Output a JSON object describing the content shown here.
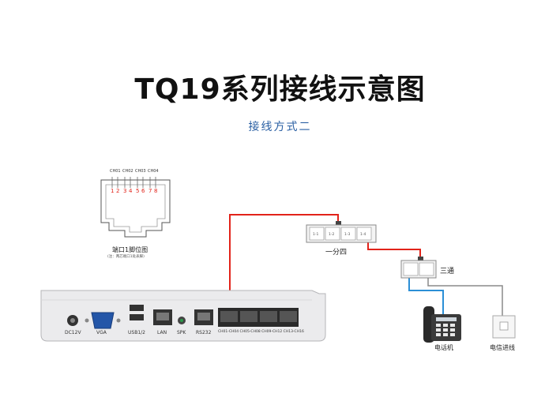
{
  "title": "TQ19系列接线示意图",
  "subtitle": "接线方式二",
  "pinout": {
    "channels": [
      "CH01",
      "CH02",
      "CH03",
      "CH04"
    ],
    "pins": [
      "1",
      "2",
      "3",
      "4",
      "5",
      "6",
      "7",
      "8"
    ],
    "caption": "端口1脚位图",
    "note": "(注：两芯端口1处表脚)"
  },
  "device": {
    "ports": [
      "DC12V",
      "VGA",
      "USB1/2",
      "LAN",
      "SPK",
      "RS232",
      "CH01-CH04 CH05-CH08 CH09-CH12 CH13-CH16"
    ]
  },
  "splitter": {
    "label": "一分四",
    "jacks": [
      "1-1",
      "1-2",
      "1-3",
      "1-4"
    ]
  },
  "tee": {
    "label": "三通"
  },
  "phone": {
    "label": "电话机"
  },
  "wallplate": {
    "label": "电信进线"
  },
  "colors": {
    "red": "#e2231a",
    "blue": "#2b8fd6",
    "gray": "#8a8a8a"
  }
}
